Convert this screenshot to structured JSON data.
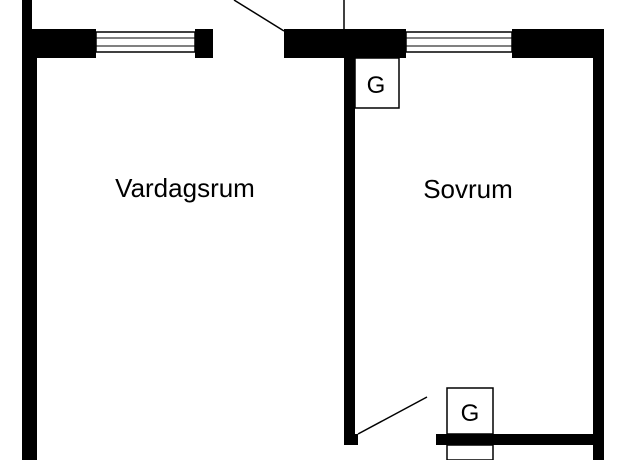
{
  "rooms": {
    "living_room": {
      "label": "Vardagsrum"
    },
    "bedroom": {
      "label": "Sovrum"
    }
  },
  "closets": {
    "bedroom_top": {
      "label": "G"
    },
    "bedroom_bottom": {
      "label": "G"
    }
  }
}
